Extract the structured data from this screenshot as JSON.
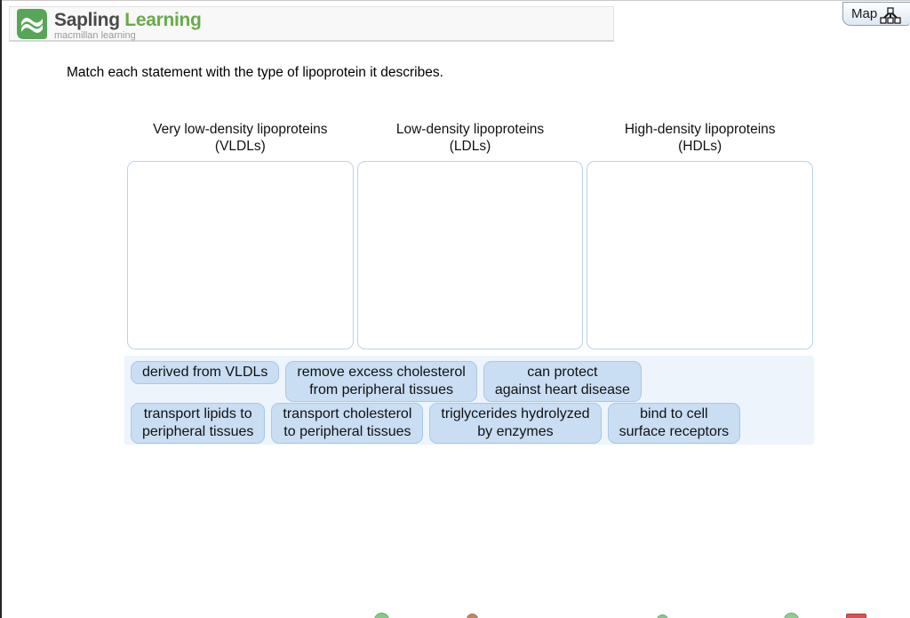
{
  "header": {
    "logo": {
      "title_primary": "Sapling",
      "title_secondary": "Learning",
      "subtitle": "macmillan learning"
    },
    "map_button": {
      "label": "Map"
    }
  },
  "question": {
    "prompt": "Match each statement with the type of lipoprotein it describes."
  },
  "columns": [
    {
      "id": "vldl",
      "label": "Very low-density lipoproteins\n(VLDLs)"
    },
    {
      "id": "ldl",
      "label": "Low-density lipoproteins\n(LDLs)"
    },
    {
      "id": "hdl",
      "label": "High-density lipoproteins\n(HDLs)"
    }
  ],
  "chips": {
    "row1": [
      {
        "label": "derived from VLDLs"
      },
      {
        "label": "remove excess cholesterol\nfrom peripheral tissues"
      },
      {
        "label": "can protect\nagainst heart disease"
      }
    ],
    "row2": [
      {
        "label": "transport lipids to\nperipheral tissues"
      },
      {
        "label": "transport cholesterol\nto peripheral tissues"
      },
      {
        "label": "triglycerides hydrolyzed\nby enzymes"
      },
      {
        "label": "bind to cell\nsurface receptors"
      }
    ]
  },
  "bottom_icons": [
    {
      "name": "green-circle-icon",
      "color": "#86c886"
    },
    {
      "name": "orange-circle-icon",
      "color": "#c4875a"
    },
    {
      "name": "green-circle-icon",
      "color": "#86c886"
    },
    {
      "name": "green-circle-icon",
      "color": "#8fcb8f"
    },
    {
      "name": "red-rect-icon",
      "color": "#d45252"
    }
  ],
  "colors": {
    "brand_green": "#67ac47",
    "logo_icon_green": "#57a559",
    "chip_background": "#c9def2",
    "chip_border": "#a9c8e6",
    "answer_bank_background": "#edf4fb",
    "dropzone_border": "#b9d3ec"
  }
}
